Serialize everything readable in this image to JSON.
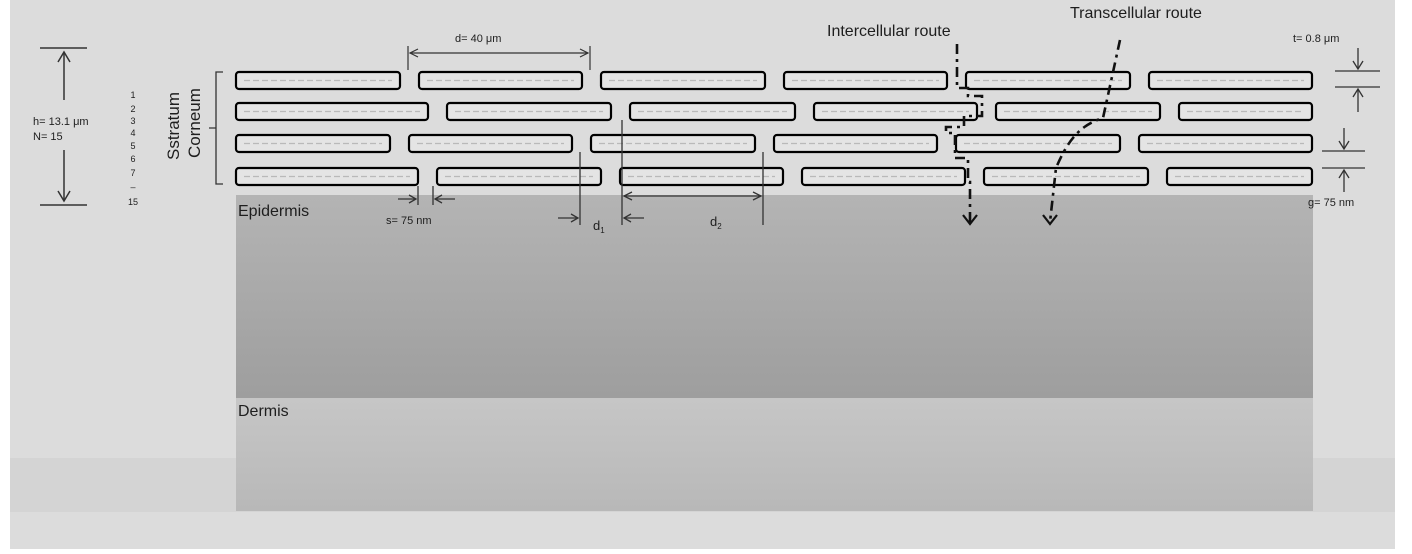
{
  "labels": {
    "stratum_line1": "Sstratum",
    "stratum_line2": "Corneum",
    "epidermis": "Epidermis",
    "dermis": "Dermis",
    "intercellular": "Intercellular route",
    "transcellular": "Transcellular route",
    "h": "h= 13.1 μm",
    "n": "N= 15",
    "d": "d= 40 μm",
    "t": "t= 0.8 μm",
    "s": "s= 75 nm",
    "g": "g= 75 nm",
    "d1": "d",
    "d1_sub": "1",
    "d2": "d",
    "d2_sub": "2"
  },
  "layer_numbers": [
    "1",
    "2",
    "3",
    "4",
    "5",
    "6",
    "7",
    "–",
    "15"
  ],
  "colors": {
    "outer_bg": "#d9d9d9",
    "panel_bg": "#dcdcdc",
    "epidermis": "#a8a8a8",
    "dermis": "#bebebe",
    "cell_fill": "#e4e4e4",
    "cell_stroke": "#000000"
  }
}
